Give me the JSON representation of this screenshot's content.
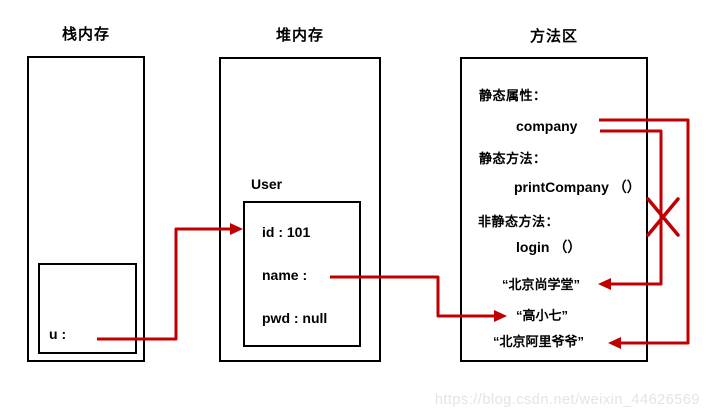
{
  "colors": {
    "arrow_red": "#c00000",
    "line_black": "#000000",
    "watermark_gray": "#e4e4e4"
  },
  "stack": {
    "title": "栈内存",
    "frame_var": "u :"
  },
  "heap": {
    "title": "堆内存",
    "object_name": "User",
    "fields": [
      "id : 101",
      "name :",
      "pwd : null"
    ]
  },
  "method_area": {
    "title": "方法区",
    "static_attr_header": "静态属性：",
    "static_attr_name": "company",
    "static_method_header": "静态方法：",
    "static_method_name": "printCompany （）",
    "instance_method_header": "非静态方法：",
    "instance_method_name": "login （）",
    "string_constants": [
      "“北京尚学堂”",
      "“高小七”",
      "“北京阿里爷爷”"
    ]
  },
  "watermark": "https://blog.csdn.net/weixin_44626569"
}
